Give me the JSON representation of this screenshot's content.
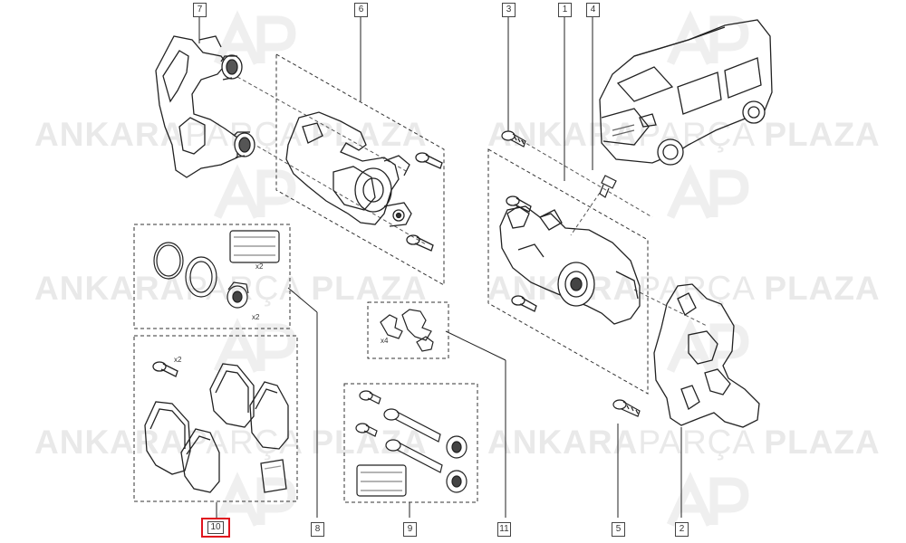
{
  "watermark": {
    "word_bold_1": "ANKARA",
    "word_thin": "PARÇA",
    "word_bold_2": "PLAZA"
  },
  "callouts": {
    "c1": "1",
    "c2": "2",
    "c3": "3",
    "c4": "4",
    "c5": "5",
    "c6": "6",
    "c7": "7",
    "c8": "8",
    "c9": "9",
    "c10": "10",
    "c11": "11"
  },
  "quantities": {
    "bolt_x2": "x2",
    "seal_x2": "x2",
    "spring_x2": "x2",
    "clip_x4": "x4"
  },
  "highlight_color": "#e0141e"
}
